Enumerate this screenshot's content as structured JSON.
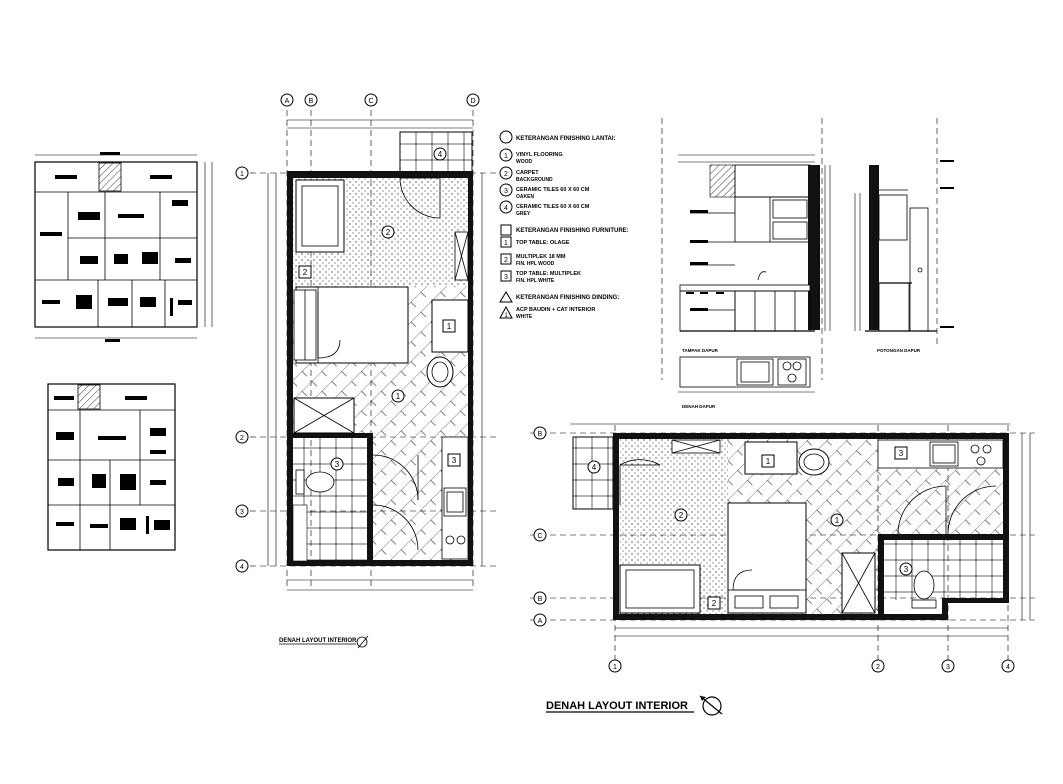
{
  "title_main": "DENAH LAYOUT INTERIOR",
  "title_small": "DENAH LAYOUT INTERIOR",
  "plan1_grid": [
    "A",
    "B",
    "C",
    "D",
    "1",
    "2",
    "3",
    "4"
  ],
  "plan2_grid": [
    "B",
    "C",
    "B",
    "A",
    "1",
    "2",
    "3",
    "4"
  ],
  "legend": {
    "floor_heading": "KETERANGAN FINISHING LANTAI:",
    "floor_items": [
      {
        "num": "1",
        "text": "VINYL FLOORING",
        "sub": "WOOD"
      },
      {
        "num": "2",
        "text": "CARPET",
        "sub": "BACKGROUND"
      },
      {
        "num": "3",
        "text": "CERAMIC TILES 60 X 60 CM",
        "sub": "OAKEN"
      },
      {
        "num": "4",
        "text": "CERAMIC TILES 60 X 60 CM",
        "sub": "GREY"
      }
    ],
    "furniture_heading": "KETERANGAN FINISHING FURNITURE:",
    "furniture_items": [
      {
        "num": "1",
        "text": "TOP TABLE: OLAGE",
        "sub": ""
      },
      {
        "num": "2",
        "text": "MULTIPLEK 18 MM",
        "sub": "FIN. HPL WOOD"
      },
      {
        "num": "3",
        "text": "TOP TABLE: MULTIPLEK",
        "sub": "FIN. HPL WHITE"
      }
    ],
    "wall_heading": "KETERANGAN FINISHING DINDING:",
    "wall_items": [
      {
        "num": "1",
        "text": "ACP BAUDIN + CAT INTERIOR",
        "sub": "WHITE"
      }
    ]
  },
  "room_tags": {
    "p1": [
      "4",
      "2",
      "1",
      "3"
    ],
    "p2": [
      "4",
      "2",
      "1",
      "3"
    ]
  },
  "furniture_tags": {
    "p1": [
      "1",
      "2",
      "3"
    ],
    "p2": [
      "1",
      "3",
      "2"
    ]
  },
  "elevation_labels": [
    "TAMPAK DAPUR",
    "POTONGAN DAPUR",
    "DENAH DAPUR"
  ],
  "colors": {
    "ink": "#000000",
    "paper": "#ffffff",
    "wall": "#111111"
  }
}
